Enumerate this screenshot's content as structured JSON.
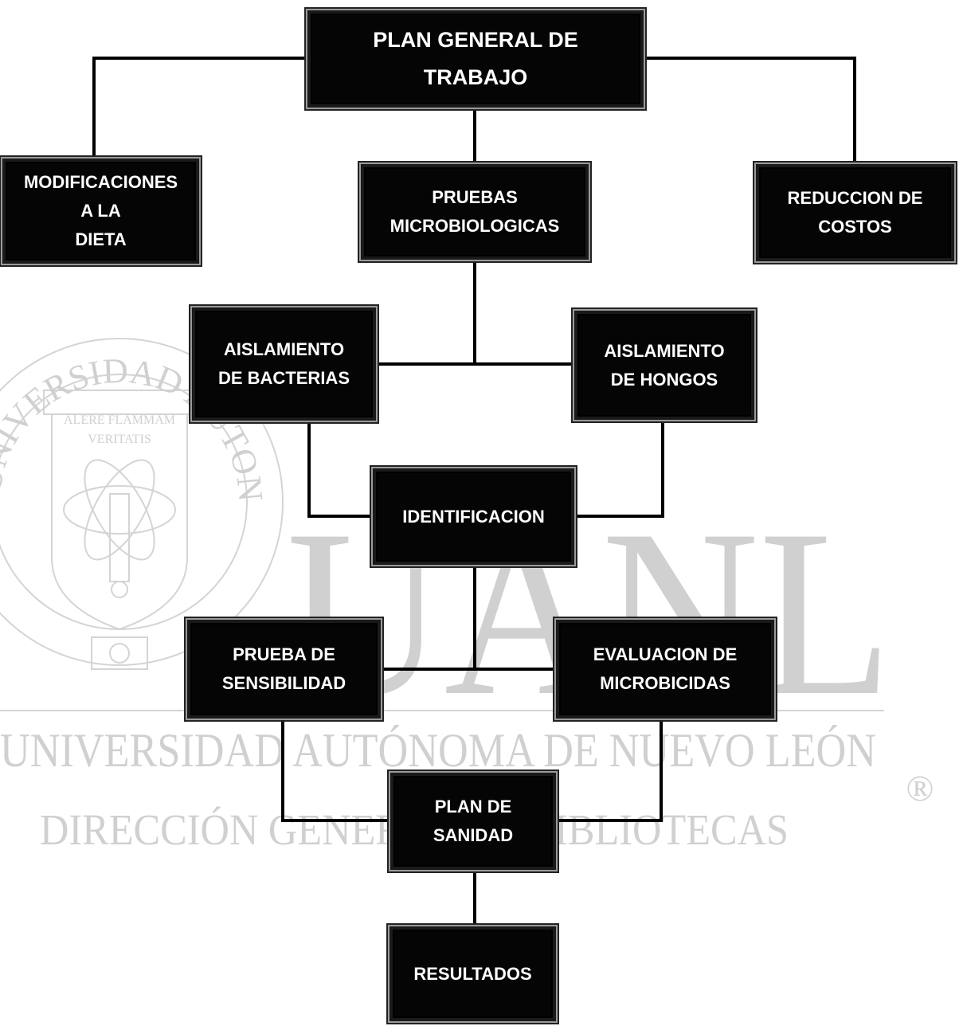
{
  "watermark": {
    "seal_lettering": "UNIVERSIDAD AUTONOMA DE NUEVO LEON",
    "motto": "ALERE FLAMMAM VERITATIS",
    "initials": "UANL",
    "university_line": "UNIVERSIDAD AUTÓNOMA DE NUEVO LEÓN",
    "direction_line": "DIRECCIÓN GENERAL DE BIBLIOTECAS",
    "registered_mark": "®"
  },
  "nodes": {
    "plan_general": "PLAN GENERAL DE\nTRABAJO",
    "modificaciones": "MODIFICACIONES\nA LA\nDIETA",
    "pruebas": "PRUEBAS\nMICROBIOLOGICAS",
    "reduccion": "REDUCCION DE\nCOSTOS",
    "aislamiento_bacterias": "AISLAMIENTO\nDE BACTERIAS",
    "aislamiento_hongos": "AISLAMIENTO\nDE HONGOS",
    "identificacion": "IDENTIFICACION",
    "prueba_sensibilidad": "PRUEBA DE\nSENSIBILIDAD",
    "evaluacion": "EVALUACION DE\nMICROBICIDAS",
    "plan_sanidad": "PLAN DE\nSANIDAD",
    "resultados": "RESULTADOS"
  }
}
